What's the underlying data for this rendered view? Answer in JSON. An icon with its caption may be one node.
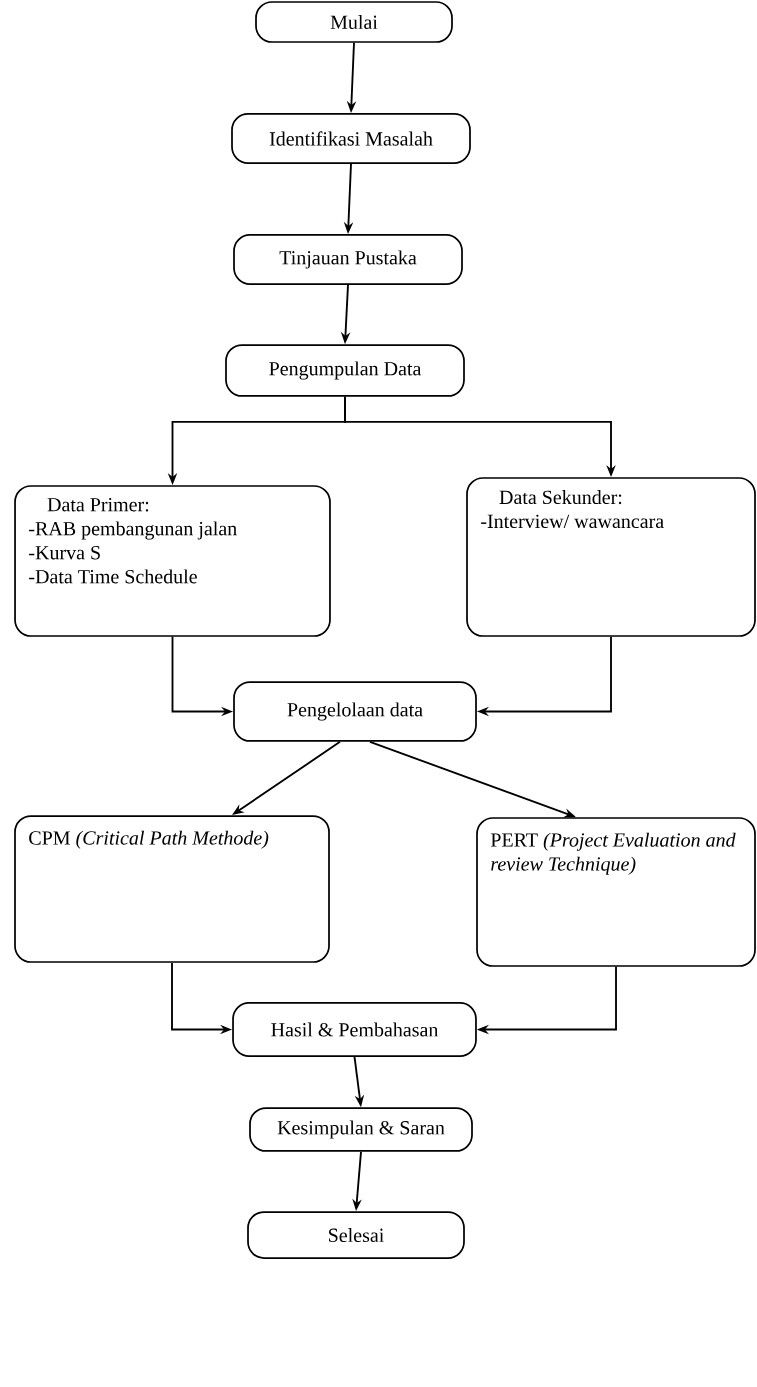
{
  "diagram": {
    "nodes": [
      {
        "text": [
          "Mulai"
        ]
      },
      {
        "text": [
          "Identifikasi Masalah"
        ]
      },
      {
        "text": [
          "Tinjauan Pustaka"
        ]
      },
      {
        "text": [
          "Pengumpulan Data"
        ]
      },
      {
        "text": [
          "Data Primer:",
          "-RAB pembangunan jalan",
          "-Kurva S",
          "-Data Time Schedule"
        ]
      },
      {
        "text": [
          "Data Sekunder:",
          "-Interview/ wawancara"
        ]
      },
      {
        "text": [
          "Pengelolaan data"
        ]
      },
      {
        "text": [
          "CPM *(Critical Path Methode)*"
        ]
      },
      {
        "text": [
          "PERT *(Project Evaluation and review Technique)*"
        ]
      },
      {
        "text": [
          "Hasil & Pembahasan"
        ]
      },
      {
        "text": [
          "Kesimpulan & Saran"
        ]
      },
      {
        "text": [
          "Selesai"
        ]
      }
    ],
    "edges": [
      {
        "from": 0,
        "to": 1,
        "arrow": "to"
      },
      {
        "from": 1,
        "to": 2,
        "arrow": "to"
      },
      {
        "from": 2,
        "to": 3,
        "arrow": "to"
      },
      {
        "from": 3,
        "to": 4,
        "arrow": "to"
      },
      {
        "from": 3,
        "to": 5,
        "arrow": "to"
      },
      {
        "from": 4,
        "to": 6,
        "arrow": "to"
      },
      {
        "from": 5,
        "to": 6,
        "arrow": "to"
      },
      {
        "from": 6,
        "to": 7,
        "arrow": "to"
      },
      {
        "from": 6,
        "to": 8,
        "arrow": "to"
      },
      {
        "from": 7,
        "to": 9,
        "arrow": "to"
      },
      {
        "from": 8,
        "to": 9,
        "arrow": "to"
      },
      {
        "from": 9,
        "to": 10,
        "arrow": "to"
      },
      {
        "from": 10,
        "to": 11,
        "arrow": "to"
      }
    ]
  }
}
